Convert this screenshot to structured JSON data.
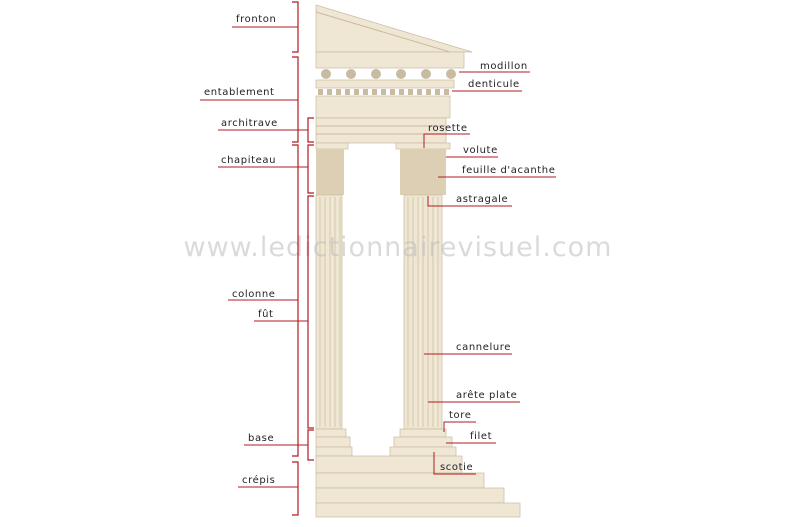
{
  "title": "Corinthian order – temple façade",
  "watermark": "www.ledictionnairevisuel.com",
  "left_labels": {
    "fronton": "fronton",
    "entablement": "entablement",
    "architrave": "architrave",
    "chapiteau": "chapiteau",
    "colonne": "colonne",
    "fut": "fût",
    "base": "base",
    "crepis": "crépis"
  },
  "right_labels": {
    "modillon": "modillon",
    "denticule": "denticule",
    "rosette": "rosette",
    "volute": "volute",
    "feuille_acanthe": "feuille d'acanthe",
    "astragale": "astragale",
    "cannelure": "cannelure",
    "arete_plate": "arête plate",
    "tore": "tore",
    "filet": "filet",
    "scotie": "scotie"
  },
  "colors": {
    "leader": "#b01c22",
    "stone": "#efe6d3"
  }
}
